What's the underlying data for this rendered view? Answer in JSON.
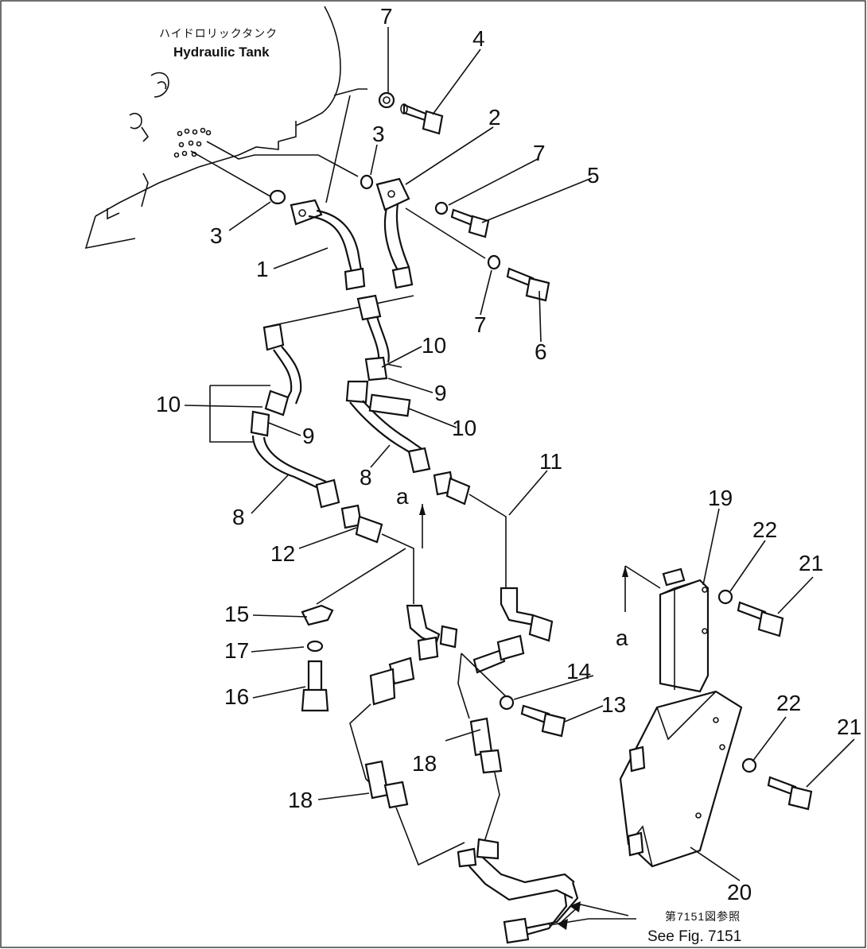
{
  "title": {
    "jp": "ハイドロリックタンク",
    "en": "Hydraulic Tank"
  },
  "callouts": {
    "c1": "1",
    "c2": "2",
    "c3a": "3",
    "c3b": "3",
    "c4": "4",
    "c5": "5",
    "c6": "6",
    "c7a": "7",
    "c7b": "7",
    "c7c": "7",
    "c8a": "8",
    "c8b": "8",
    "c9a": "9",
    "c9b": "9",
    "c10a": "10",
    "c10b": "10",
    "c10c": "10",
    "c11": "11",
    "c12": "12",
    "c13": "13",
    "c14": "14",
    "c15": "15",
    "c16": "16",
    "c17": "17",
    "c18a": "18",
    "c18b": "18",
    "c19": "19",
    "c20": "20",
    "c21a": "21",
    "c21b": "21",
    "c22a": "22",
    "c22b": "22",
    "ref_a1": "a",
    "ref_a2": "a"
  },
  "reference": {
    "jp": "第7151図参照",
    "en": "See Fig. 7151"
  }
}
